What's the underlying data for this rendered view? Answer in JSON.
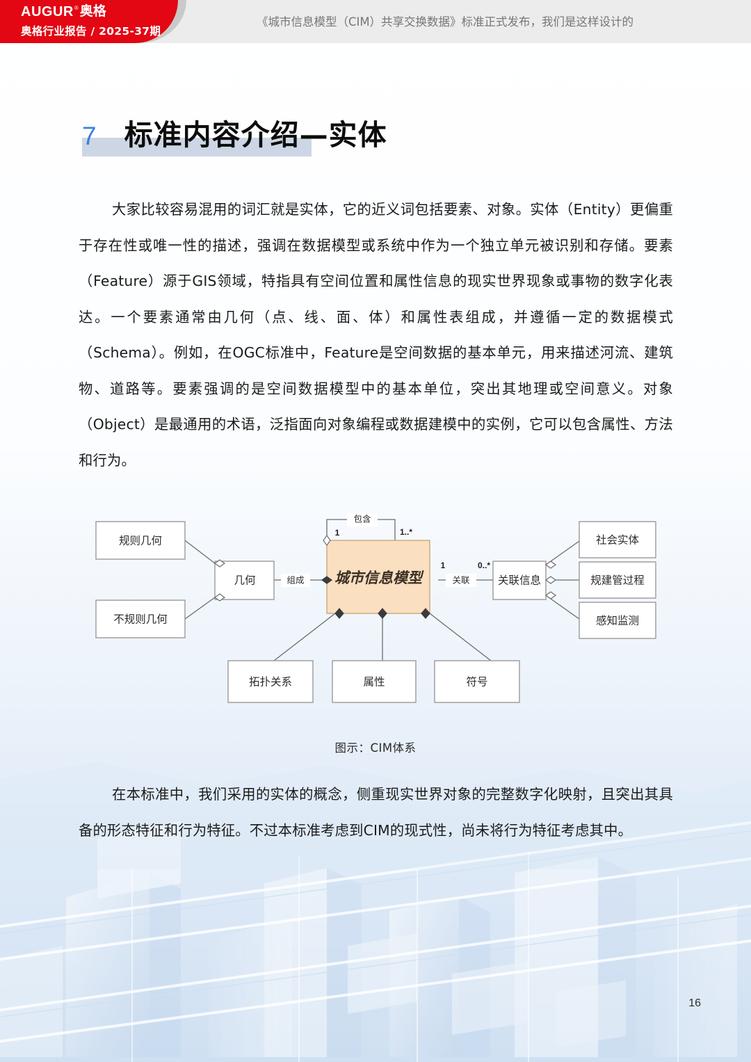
{
  "header": {
    "brand_latin": "AUGUR",
    "brand_reg": "®",
    "brand_cn": "奥格",
    "brand_sub": "奥格行业报告 / 2025-37期",
    "doc_title": "《城市信息模型（CIM）共享交换数据》标准正式发布，我们是这样设计的",
    "brand_color": "#e30613",
    "bar_color": "#ececec"
  },
  "section": {
    "number": "7",
    "heading": "标准内容介绍—实体",
    "number_color": "#3c7ddc",
    "highlight_color": "#ccd6e4"
  },
  "paragraphs": {
    "p1": "大家比较容易混用的词汇就是实体，它的近义词包括要素、对象。实体（Entity）更偏重于存在性或唯一性的描述，强调在数据模型或系统中作为一个独立单元被识别和存储。要素（Feature）源于GIS领域，特指具有空间位置和属性信息的现实世界现象或事物的数字化表达。一个要素通常由几何（点、线、面、体）和属性表组成，并遵循一定的数据模式（Schema）。例如，在OGC标准中，Feature是空间数据的基本单元，用来描述河流、建筑物、道路等。要素强调的是空间数据模型中的基本单位，突出其地理或空间意义。对象（Object）是最通用的术语，泛指面向对象编程或数据建模中的实例，它可以包含属性、方法和行为。",
    "p2": "在本标准中，我们采用的实体的概念，侧重现实世界对象的完整数字化映射，且突出其具备的形态特征和行为特征。不过本标准考虑到CIM的现式性，尚未将行为特征考虑其中。"
  },
  "figure": {
    "caption": "图示：CIM体系",
    "center_fill": "#fadfc0",
    "center_stroke": "#c9a87c",
    "box_stroke": "#9a9a9a",
    "line_color": "#6b6b6b",
    "nodes": {
      "center": "城市信息模型",
      "regular_geometry": "规则几何",
      "irregular_geometry": "不规则几何",
      "geometry": "几何",
      "relation_info": "关联信息",
      "social_entity": "社会实体",
      "planning_process": "规建管过程",
      "perception_monitor": "感知监测",
      "topology": "拓扑关系",
      "attribute": "属性",
      "symbol": "符号"
    },
    "edge_labels": {
      "contains": "包含",
      "compose": "组成",
      "associate": "关联",
      "mult_one_left": "1",
      "mult_many_right": "1..*",
      "mult_one_center": "1",
      "mult_many_relation": "0..*"
    }
  },
  "page_number": "16"
}
